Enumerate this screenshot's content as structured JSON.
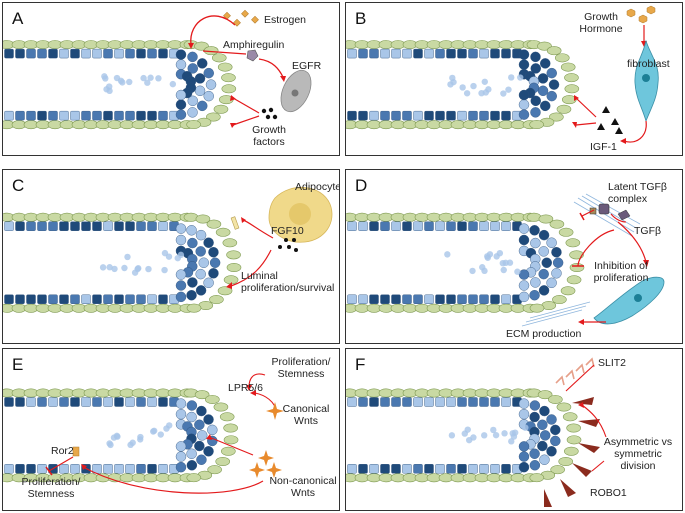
{
  "panels": [
    {
      "letter": "A",
      "labels": {
        "estrogen": "Estrogen",
        "amphiregulin": "Amphiregulin",
        "egfr": "EGFR",
        "growth_factors_1": "Growth",
        "growth_factors_2": "factors"
      }
    },
    {
      "letter": "B",
      "labels": {
        "growth_hormone_1": "Growth",
        "growth_hormone_2": "Hormone",
        "fibroblast": "fibroblast",
        "igf1": "IGF-1"
      }
    },
    {
      "letter": "C",
      "labels": {
        "adipocyte": "Adipocyte",
        "fgf10": "FGF10",
        "luminal_1": "Luminal",
        "luminal_2": "proliferation/survival"
      }
    },
    {
      "letter": "D",
      "labels": {
        "latent_1": "Latent TGFβ",
        "latent_2": "complex",
        "tgfb": "TGFβ",
        "inhibition_1": "Inhibition of",
        "inhibition_2": "proliferation",
        "ecm": "ECM production"
      }
    },
    {
      "letter": "E",
      "labels": {
        "prolif_1": "Proliferation/",
        "prolif_2": "Stemness",
        "lpr": "LPR5/6",
        "canonical_1": "Canonical",
        "canonical_2": "Wnts",
        "ror2": "Ror2",
        "prolif_b1": "Proliferation/",
        "prolif_b2": "Stemness",
        "noncanonical_1": "Non-canonical",
        "noncanonical_2": "Wnts"
      }
    },
    {
      "letter": "F",
      "labels": {
        "slit2": "SLIT2",
        "asym_1": "Asymmetric vs",
        "asym_2": "symmetric",
        "asym_3": "division",
        "robo1": "ROBO1"
      }
    }
  ],
  "colors": {
    "basal": "#c9d9a3",
    "luminal_dark": "#1f4a7a",
    "luminal_mid": "#4a78b0",
    "luminal_light": "#a9c6e8",
    "arrow": "#e31a1c",
    "hormone": "#e8a84a",
    "fibroblast": "#6ec6dc",
    "adipocyte": "#f0d98a",
    "robo": "#8b2b1e"
  }
}
